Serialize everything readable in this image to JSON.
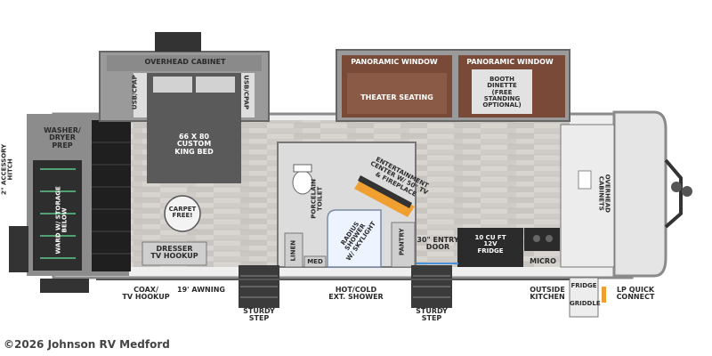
{
  "labels": {
    "overhead_cabinet_top": "OVERHEAD CABINET",
    "usb_cpap_left": "USB/CPAP",
    "usb_cpap_right": "USB/CPAP",
    "bed": "66 X 80\nCUSTOM\nKING BED",
    "panoramic_window_1": "PANORAMIC WINDOW",
    "panoramic_window_2": "PANORAMIC WINDOW",
    "theater_seating": "THEATER SEATING",
    "booth_dinette": "BOOTH\nDINETTE\n(FREE\nSTANDING\nOPTIONAL)",
    "washer_dryer": "WASHER/\nDRYER\nPREP",
    "accessory_hitch": "2\" ACCESSORY\nHITCH",
    "ward_storage": "WARD W/ STORAGE\nBELOW",
    "carpet_free": "CARPET\nFREE!",
    "porcelain_toilet": "PORCELAIN\nTOILET",
    "entertainment_center": "ENTERTAINMENT\nCENTER W/ 50\" TV\n& FIREPLACE",
    "radius_shower": "RADIUS\nSHOWER\nW/ SKYLIGHT",
    "linen": "LINEN",
    "med": "MED",
    "pantry": "PANTRY",
    "entry_door": "30\" ENTRY\nDOOR",
    "fridge": "10 CU FT\n12V\nFRIDGE",
    "micro": "MICRO",
    "overhead_cabinets_front": "OVERHEAD\nCABINETS",
    "dresser": "DRESSER\nTV HOOKUP",
    "awning": "19' AWNING",
    "coax": "COAX/\nTV HOOKUP",
    "sturdy_step_1": "STURDY\nSTEP",
    "hot_cold_shower": "HOT/COLD\nEXT. SHOWER",
    "sturdy_step_2": "STURDY\nSTEP",
    "outside_kitchen": "OUTSIDE\nKITCHEN",
    "outside_fridge": "FRIDGE",
    "griddle": "GRIDDLE",
    "lp_quick_connect": "LP QUICK\nCONNECT"
  },
  "copyright": "©2026 Johnson RV Medford",
  "colors": {
    "floor": "#d9d6d2",
    "wall": "#7b7b7b",
    "dark": "#3a3a3a",
    "sofa": "#7a4a38",
    "accent_orange": "#f0a030",
    "exterior": "#e9e9e9"
  },
  "icons": {
    "entertainment": "fireplace-tv-icon",
    "toilet": "toilet-icon",
    "sink": "sink-icon",
    "stove": "stove-icon"
  }
}
